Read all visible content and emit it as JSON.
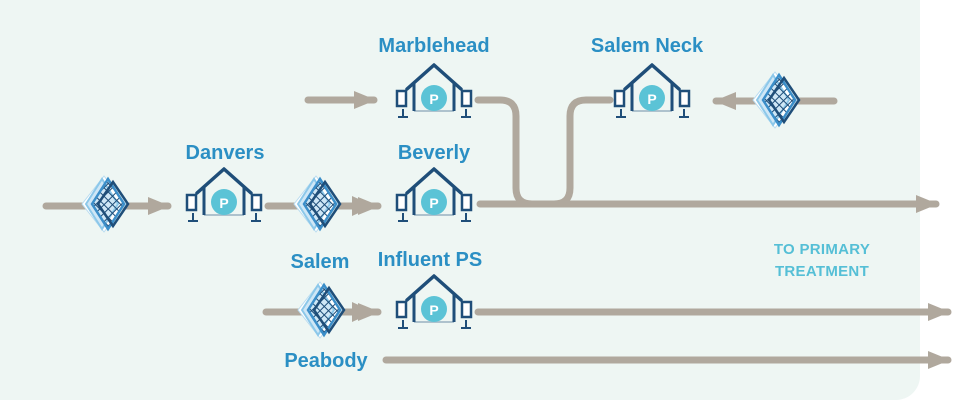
{
  "stations": {
    "marblehead": "Marblehead",
    "salem_neck": "Salem Neck",
    "danvers": "Danvers",
    "beverly": "Beverly",
    "influent_ps": "Influent PS"
  },
  "sources": {
    "salem": "Salem",
    "peabody": "Peabody"
  },
  "pump_symbol": "P",
  "destination": {
    "line1": "TO PRIMARY",
    "line2": "TREATMENT"
  },
  "icons": {
    "pump_station": "pump-station-icon",
    "screen": "bar-screen-icon",
    "arrow": "flow-arrow"
  },
  "colors": {
    "pipe": "#b0a89d",
    "pump": "#1f4e79",
    "pump_badge": "#5bc3d6",
    "screen_dark": "#1f4e79",
    "screen_mid": "#3b8ec9",
    "screen_light": "#8cc8ea",
    "label": "#2b8fc4",
    "destination": "#55bfd6",
    "panel": "#eef6f3"
  }
}
